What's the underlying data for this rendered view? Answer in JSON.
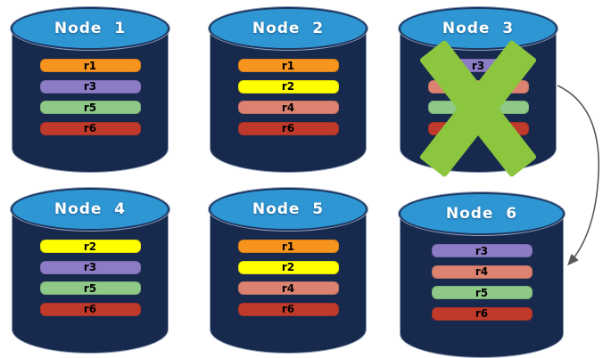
{
  "diagram": {
    "description": "Database cluster of six nodes with replica placement; Node 3 is failed (green X) and its replicas point to Node 6",
    "colors": {
      "background": "#FFFFFF",
      "cylinder_body": "#18294E",
      "cylinder_top": "#2E96D3",
      "cylinder_outline": "#8FA0B8",
      "title_text": "#FFFFFF",
      "bar_text": "#000000",
      "failure_x": "#8CC63F",
      "arrow": "#595959"
    },
    "replica_palette": {
      "r1": "#F7941E",
      "r2": "#FFFF00",
      "r3": "#8B7CC5",
      "r4": "#DB8270",
      "r5": "#8FC987",
      "r6": "#C03A2B"
    },
    "nodes": [
      {
        "title": "Node  1",
        "failed": false,
        "replicas": [
          {
            "label": "r1",
            "color": "#F7941E"
          },
          {
            "label": "r3",
            "color": "#8B7CC5"
          },
          {
            "label": "r5",
            "color": "#8FC987"
          },
          {
            "label": "r6",
            "color": "#C03A2B"
          }
        ]
      },
      {
        "title": "Node  2",
        "failed": false,
        "replicas": [
          {
            "label": "r1",
            "color": "#F7941E"
          },
          {
            "label": "r2",
            "color": "#FFFF00"
          },
          {
            "label": "r4",
            "color": "#DB8270"
          },
          {
            "label": "r6",
            "color": "#C03A2B"
          }
        ]
      },
      {
        "title": "Node  3",
        "failed": true,
        "replicas": [
          {
            "label": "r3",
            "color": "#8B7CC5"
          },
          {
            "label": "",
            "color": "#DB8270"
          },
          {
            "label": "",
            "color": "#8FC987"
          },
          {
            "label": "",
            "color": "#C03A2B"
          }
        ]
      },
      {
        "title": "Node  4",
        "failed": false,
        "replicas": [
          {
            "label": "r2",
            "color": "#FFFF00"
          },
          {
            "label": "r3",
            "color": "#8B7CC5"
          },
          {
            "label": "r5",
            "color": "#8FC987"
          },
          {
            "label": "r6",
            "color": "#C03A2B"
          }
        ]
      },
      {
        "title": "Node  5",
        "failed": false,
        "replicas": [
          {
            "label": "r1",
            "color": "#F7941E"
          },
          {
            "label": "r2",
            "color": "#FFFF00"
          },
          {
            "label": "r4",
            "color": "#DB8270"
          },
          {
            "label": "r6",
            "color": "#C03A2B"
          }
        ]
      },
      {
        "title": "Node  6",
        "failed": false,
        "replicas": [
          {
            "label": "r3",
            "color": "#8B7CC5"
          },
          {
            "label": "r4",
            "color": "#DB8270"
          },
          {
            "label": "r5",
            "color": "#8FC987"
          },
          {
            "label": "r6",
            "color": "#C03A2B"
          }
        ]
      }
    ],
    "arrow": {
      "from": "Node 3",
      "to": "Node 6"
    }
  }
}
